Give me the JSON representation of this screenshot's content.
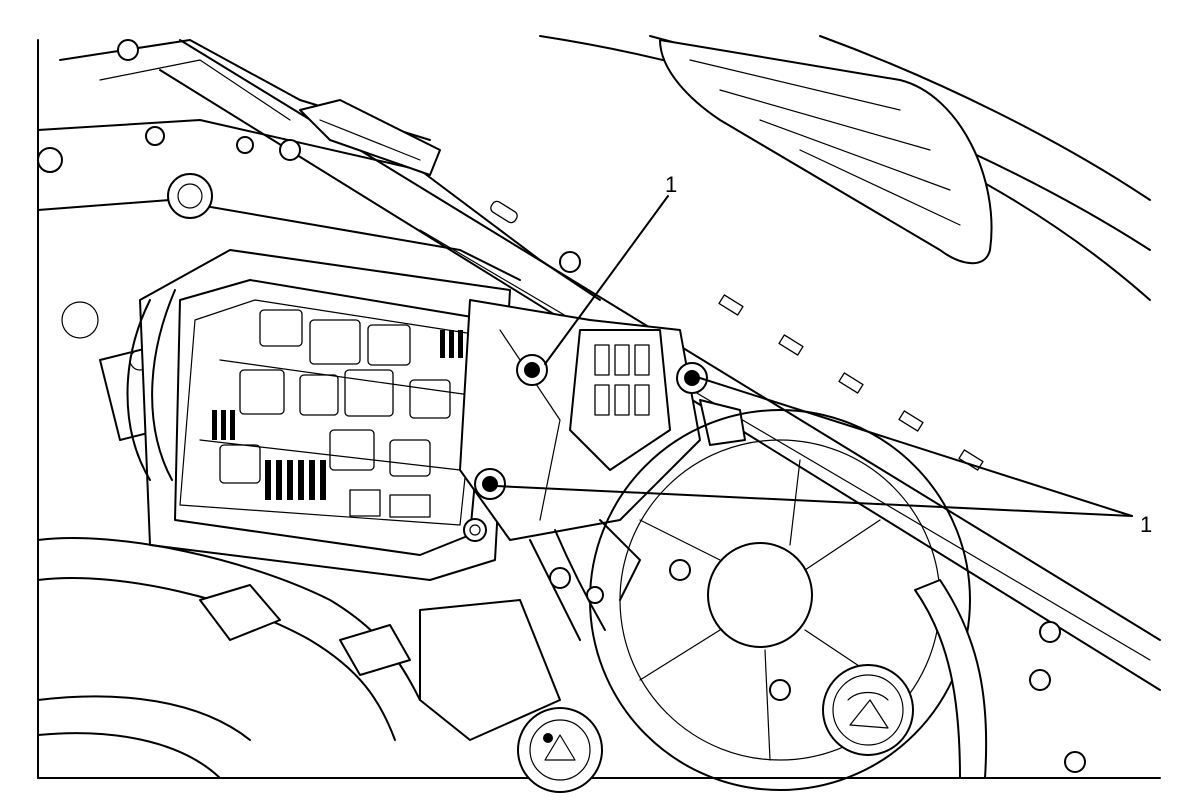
{
  "callouts": [
    {
      "id": "callout-top",
      "label": "1"
    },
    {
      "id": "callout-right",
      "label": "1"
    }
  ]
}
